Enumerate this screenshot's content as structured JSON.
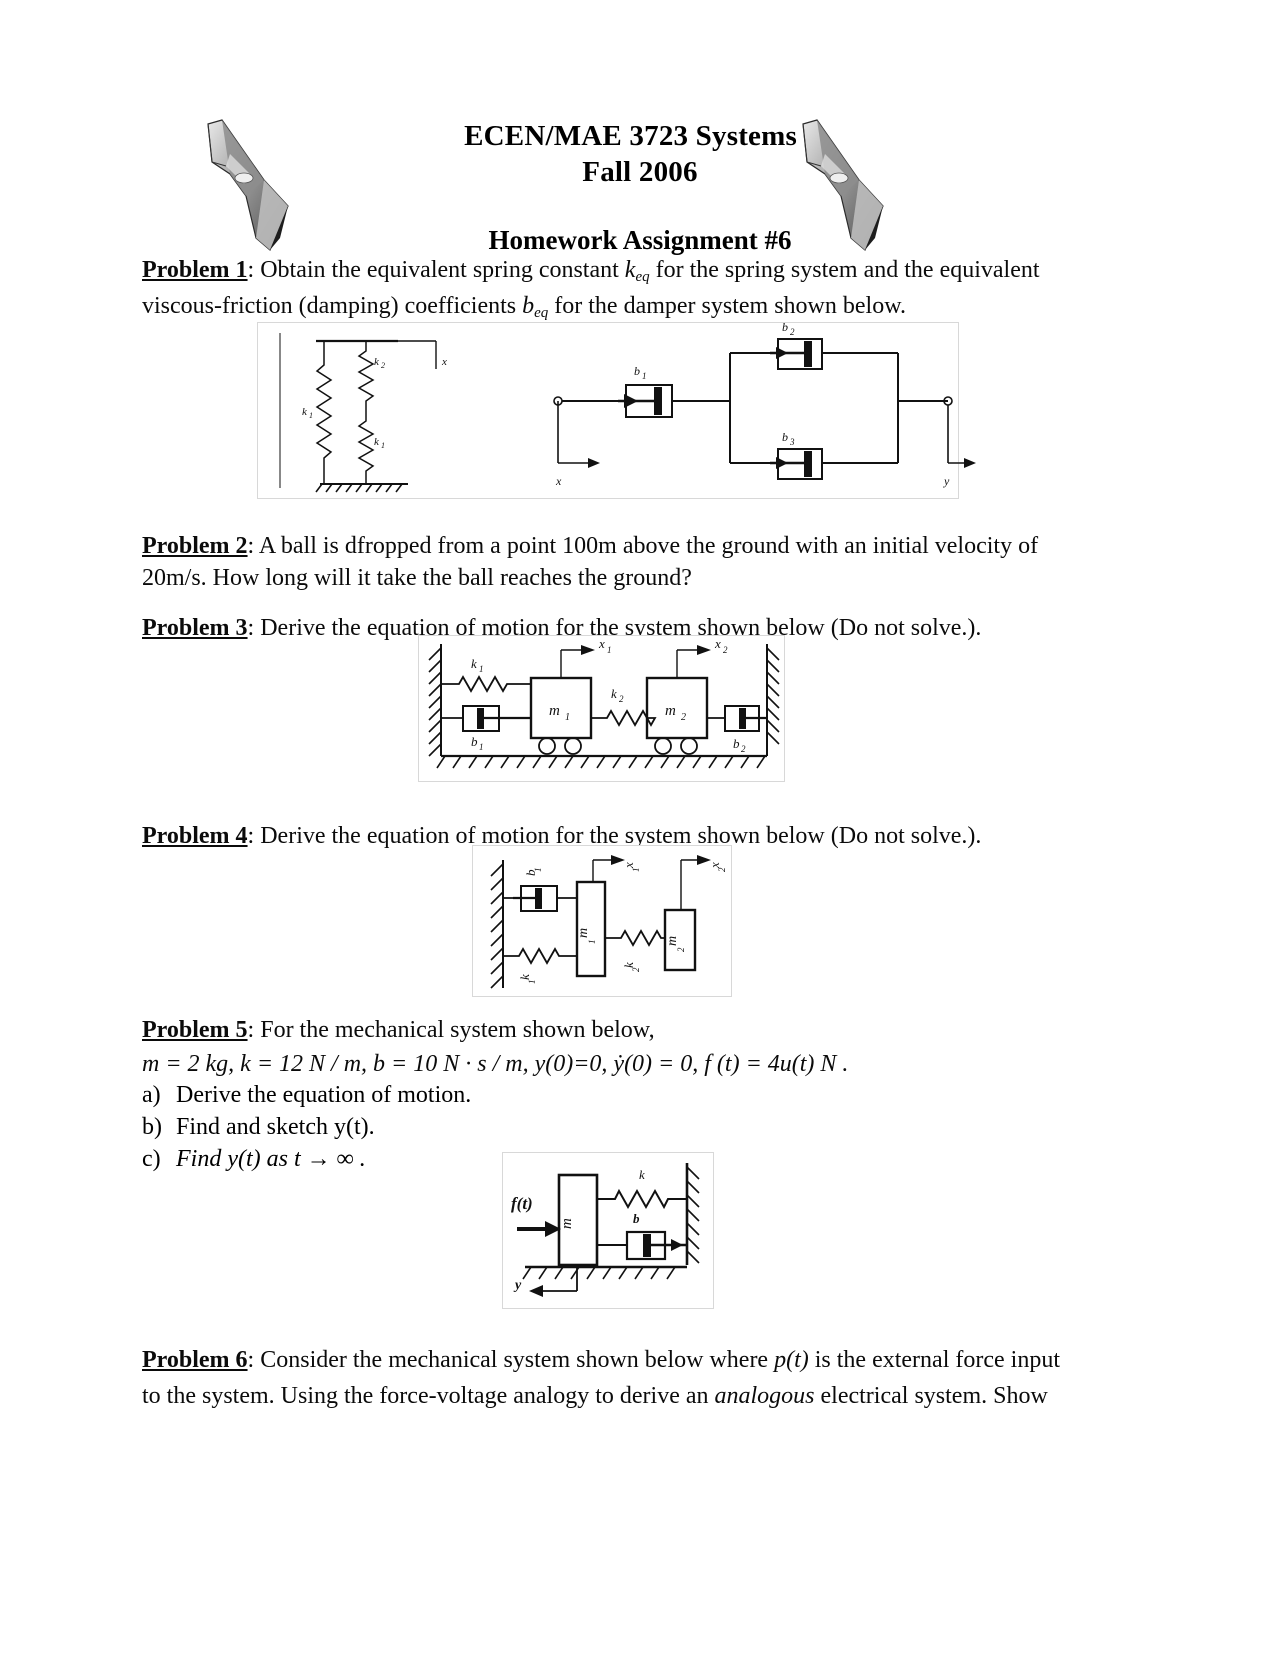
{
  "document": {
    "course_title_line1": "ECEN/MAE 3723 Systems I",
    "course_title_line2": "Fall 2006",
    "assignment_title": "Homework Assignment #6"
  },
  "problems": [
    {
      "label": "Problem 1",
      "text_line1_a": ": Obtain the equivalent spring constant ",
      "sym1": "k",
      "sym1_sub": "eq",
      "text_line1_b": " for the spring system and the equivalent",
      "text_line2_a": "viscous-friction (damping) coefficients ",
      "sym2": "b",
      "sym2_sub": "eq",
      "text_line2_b": " for the damper system shown below.",
      "figure": {
        "name": "spring-and-damper-network-figure",
        "spring_labels": [
          "k₂",
          "k₁",
          "k₁"
        ],
        "damper_labels": [
          "b₁",
          "b₂",
          "b₃"
        ],
        "coordinate_labels": [
          "x",
          "x",
          "y"
        ]
      }
    },
    {
      "label": "Problem 2",
      "text_line1": ": A ball is dfropped from a point 100m above the ground with an initial velocity of",
      "text_line2": "20m/s. How long will it take the ball reaches the ground?"
    },
    {
      "label": "Problem 3",
      "text_line1": ": Derive the equation of motion for the system shown below (Do not solve.).",
      "figure": {
        "name": "two-mass-spring-damper-figure",
        "mass_labels": [
          "m₁",
          "m₂"
        ],
        "spring_labels": [
          "k₁",
          "k₂"
        ],
        "damper_labels": [
          "b₁",
          "b₂"
        ],
        "coordinate_labels": [
          "x₁",
          "x₂"
        ]
      }
    },
    {
      "label": "Problem 4",
      "text_line1": ": Derive the equation of motion for the system shown below (Do not solve.).",
      "figure": {
        "name": "wall-mounted-two-mass-figure",
        "mass_labels": [
          "m₁",
          "m₂"
        ],
        "spring_labels": [
          "k₁",
          "k₂"
        ],
        "damper_labels": [
          "b₁"
        ],
        "coordinate_labels": [
          "x₁",
          "x₂"
        ]
      }
    },
    {
      "label": "Problem 5",
      "text_line1": ": For the mechanical system shown below,",
      "given_line": "m = 2 kg, k = 12 N / m, b = 10 N · s / m,  y(0)=0,  ẏ(0) = 0,  f (t) = 4u(t) N .",
      "items": [
        {
          "marker": "a)",
          "text": "Derive the equation of motion."
        },
        {
          "marker": "b)",
          "text": "Find and sketch y(t)."
        },
        {
          "marker": "c)",
          "text": "Find y(t) as t → ∞ ."
        }
      ],
      "figure": {
        "name": "forced-mass-spring-damper-figure",
        "force_label": "f(t)",
        "mass_label": "m",
        "spring_label": "k",
        "damper_label": "b",
        "coordinate_label": "y"
      }
    },
    {
      "label": "Problem 6",
      "text_line1_a": ": Consider the mechanical system shown below where  ",
      "sym1": "p(t)",
      "text_line1_b": " is the external force input",
      "text_line2_a": "to the system. Using the force-voltage analogy to derive an ",
      "emph": "analogous",
      "text_line2_b": " electrical system. Show"
    }
  ]
}
